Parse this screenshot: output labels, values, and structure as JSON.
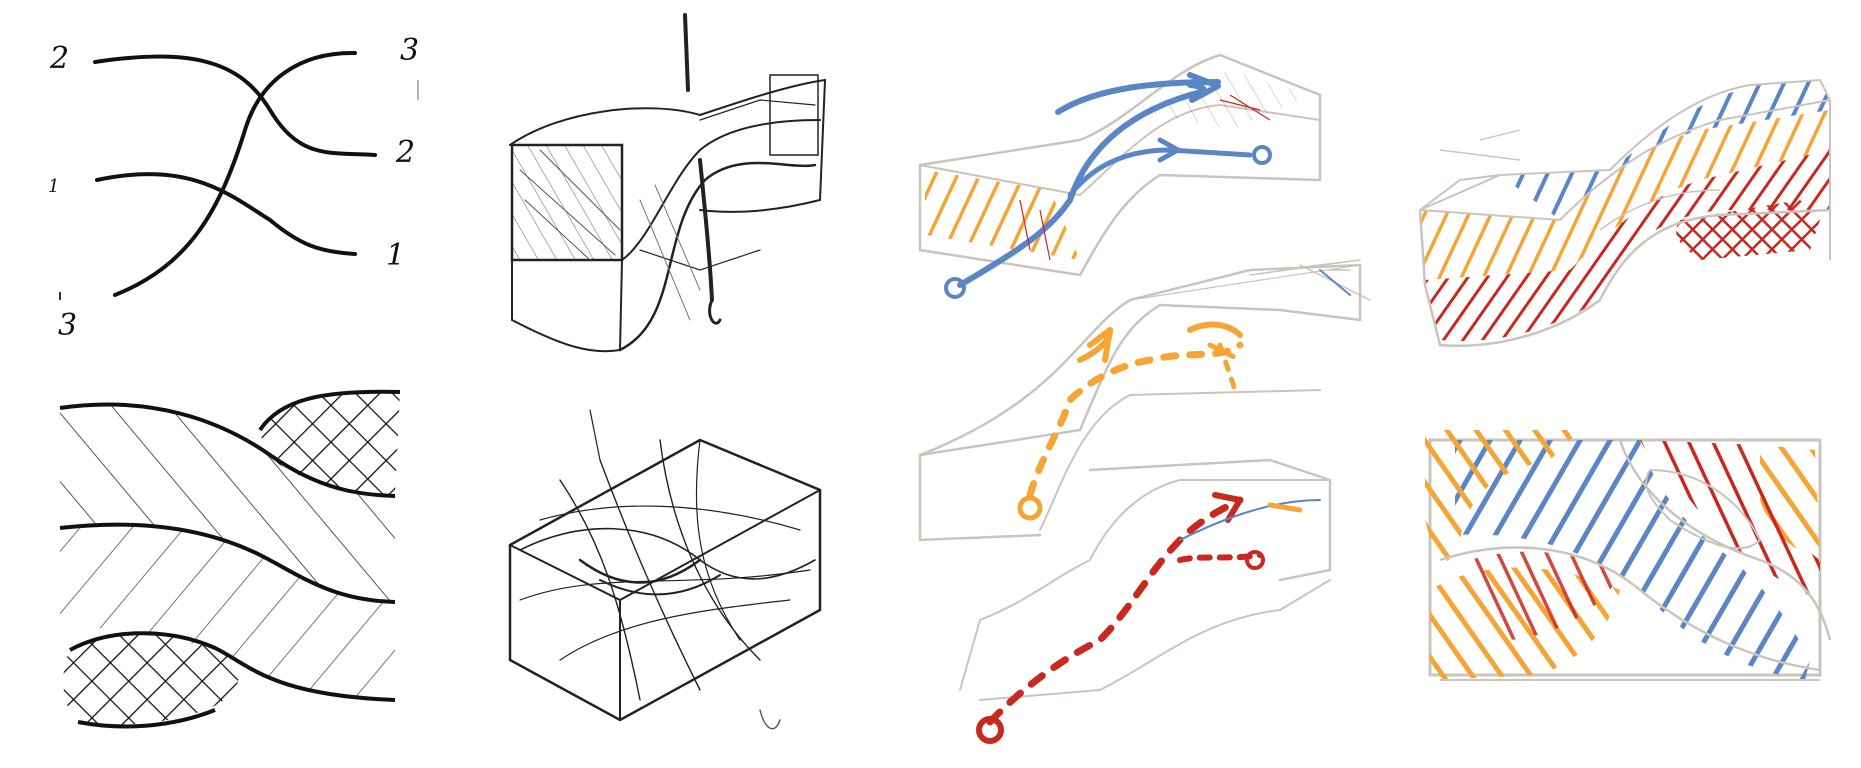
{
  "labels": {
    "left_top": "2",
    "left_mid": "1",
    "left_bottom": "3",
    "right_top": "3",
    "right_mid": "2",
    "right_bottom": "1"
  },
  "colors": {
    "ink": "#111111",
    "pencil": "#555555",
    "sketch_gray": "#c9c5bd",
    "orange": "#f5a535",
    "blue": "#5b86c5",
    "red": "#c8281e"
  }
}
